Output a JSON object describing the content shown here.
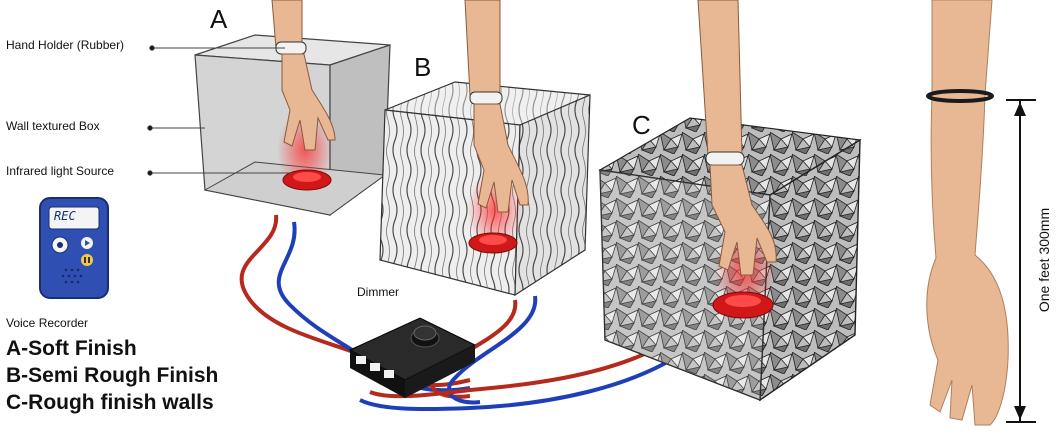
{
  "labels": {
    "box_a": "A",
    "box_b": "B",
    "box_c": "C",
    "hand_holder": "Hand Holder (Rubber)",
    "wall_box": "Wall textured Box",
    "ir_source": "Infrared light Source",
    "dimmer": "Dimmer",
    "rec": "REC",
    "voice_recorder": "Voice Recorder",
    "measurement": "One feet 300mm"
  },
  "legend": [
    "A-Soft Finish",
    "B-Semi Rough Finish",
    "C-Rough finish walls"
  ],
  "colors": {
    "box_fill": "#d9d9d9",
    "box_stroke": "#444444",
    "ir_red": "#d01818",
    "wire_red": "#b52a1c",
    "wire_blue": "#1f3fb8",
    "recorder_blue": "#2f4fb3",
    "skin": "#e8b894",
    "dimmer_black": "#1a1a1a"
  }
}
